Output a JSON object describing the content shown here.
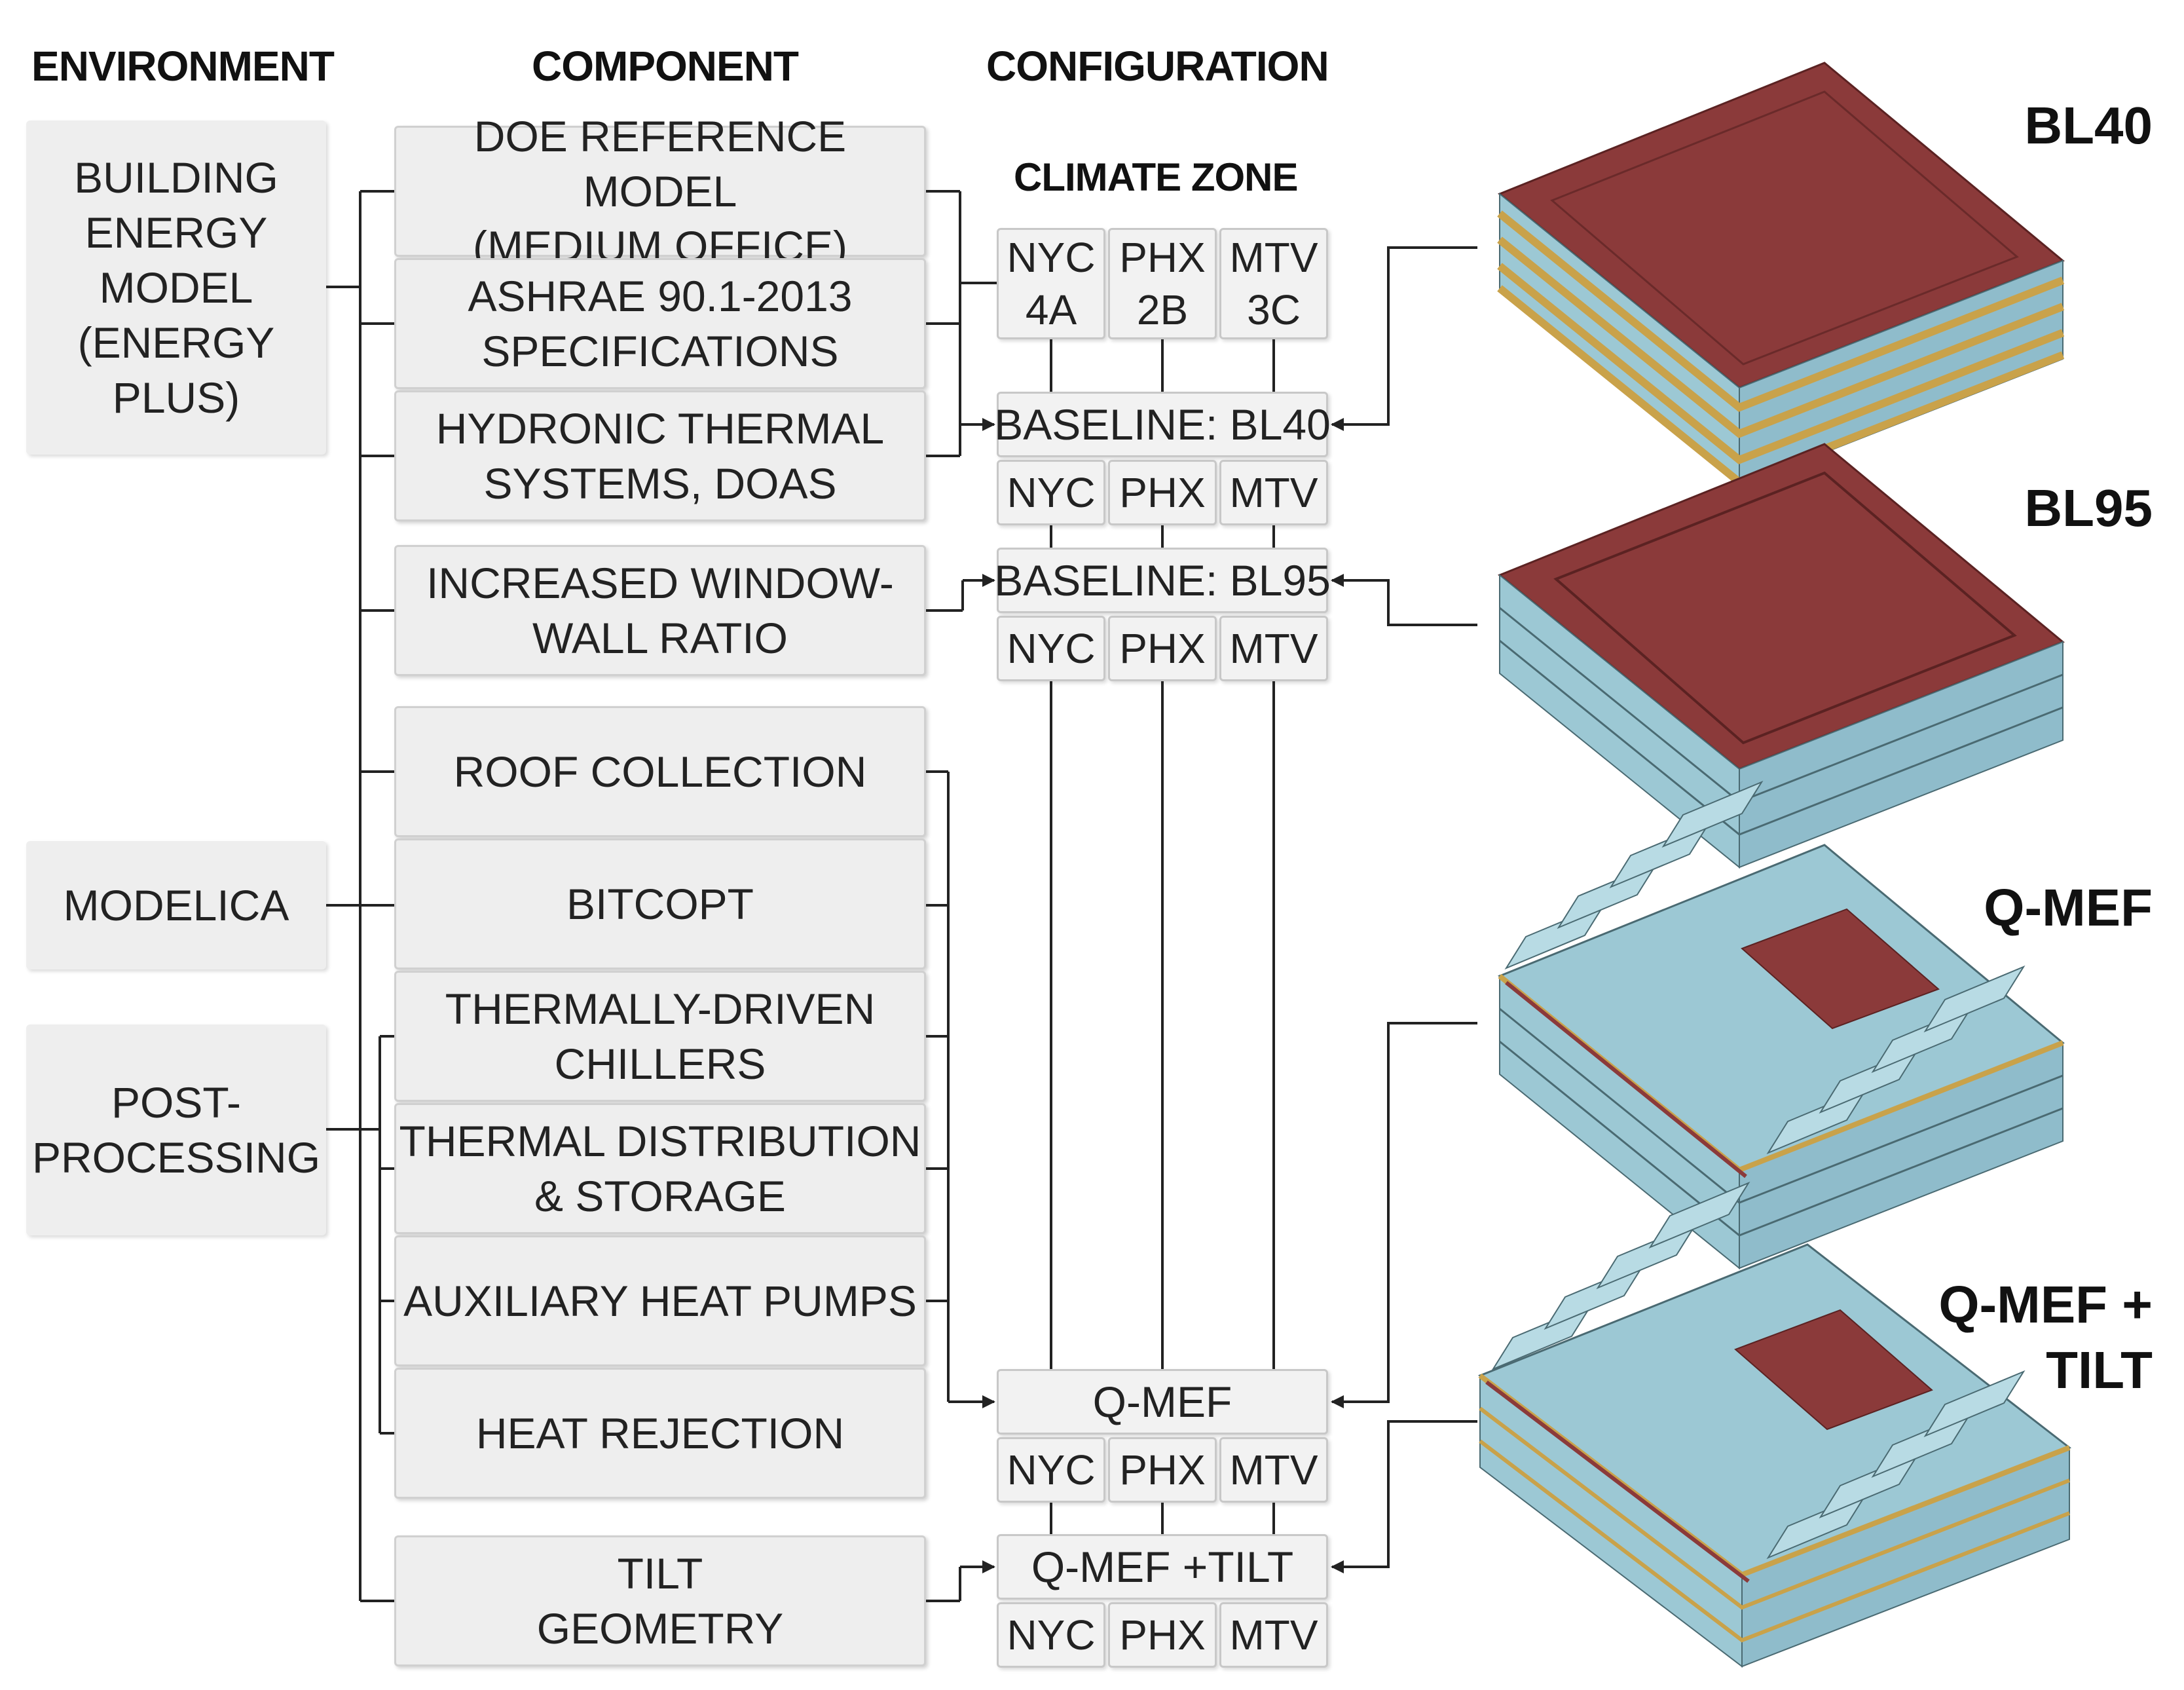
{
  "headers": {
    "environment": "ENVIRONMENT",
    "component": "COMPONENT",
    "configuration": "CONFIGURATION",
    "climate_zone": "CLIMATE ZONE"
  },
  "environments": [
    {
      "id": "energy",
      "text": "BUILDING\nENERGY\nMODEL\n(ENERGY\nPLUS)"
    },
    {
      "id": "modelica",
      "text": "MODELICA"
    },
    {
      "id": "post",
      "text": "POST-\nPROCESSING"
    }
  ],
  "components": [
    {
      "text": "DOE REFERENCE MODEL\n(MEDIUM OFFICE)"
    },
    {
      "text": "ASHRAE 90.1-2013\nSPECIFICATIONS"
    },
    {
      "text": "HYDRONIC THERMAL\nSYSTEMS, DOAS"
    },
    {
      "text": "INCREASED WINDOW-\nWALL RATIO"
    },
    {
      "text": "ROOF COLLECTION"
    },
    {
      "text": "BITCOPT"
    },
    {
      "text": "THERMALLY-DRIVEN\nCHILLERS"
    },
    {
      "text": "THERMAL DISTRIBUTION\n& STORAGE"
    },
    {
      "text": "AUXILIARY HEAT PUMPS"
    },
    {
      "text": "HEAT REJECTION"
    },
    {
      "text": "TILT\nGEOMETRY"
    }
  ],
  "climate_zones": [
    {
      "city": "NYC",
      "zone": "4A",
      "label": "NYC\n4A"
    },
    {
      "city": "PHX",
      "zone": "2B",
      "label": "PHX\n2B"
    },
    {
      "city": "MTV",
      "zone": "3C",
      "label": "MTV\n3C"
    }
  ],
  "configurations": [
    {
      "id": "bl40",
      "title": "BASELINE: BL40",
      "cities": [
        "NYC",
        "PHX",
        "MTV"
      ]
    },
    {
      "id": "bl95",
      "title": "BASELINE: BL95",
      "cities": [
        "NYC",
        "PHX",
        "MTV"
      ]
    },
    {
      "id": "qmef",
      "title": "Q-MEF",
      "cities": [
        "NYC",
        "PHX",
        "MTV"
      ]
    },
    {
      "id": "qmeftilt",
      "title": "Q-MEF +TILT",
      "cities": [
        "NYC",
        "PHX",
        "MTV"
      ]
    }
  ],
  "models": [
    {
      "id": "bl40",
      "label": "BL40"
    },
    {
      "id": "bl95",
      "label": "BL95"
    },
    {
      "id": "qmef",
      "label": "Q-MEF"
    },
    {
      "id": "qmeftilt",
      "label": "Q-MEF +\nTILT"
    }
  ],
  "colors": {
    "roof": "#8b3a3a",
    "glass": "#9cc8d4",
    "frame": "#c9a24a",
    "line": "#222222",
    "box_fill": "#eeeeee"
  }
}
